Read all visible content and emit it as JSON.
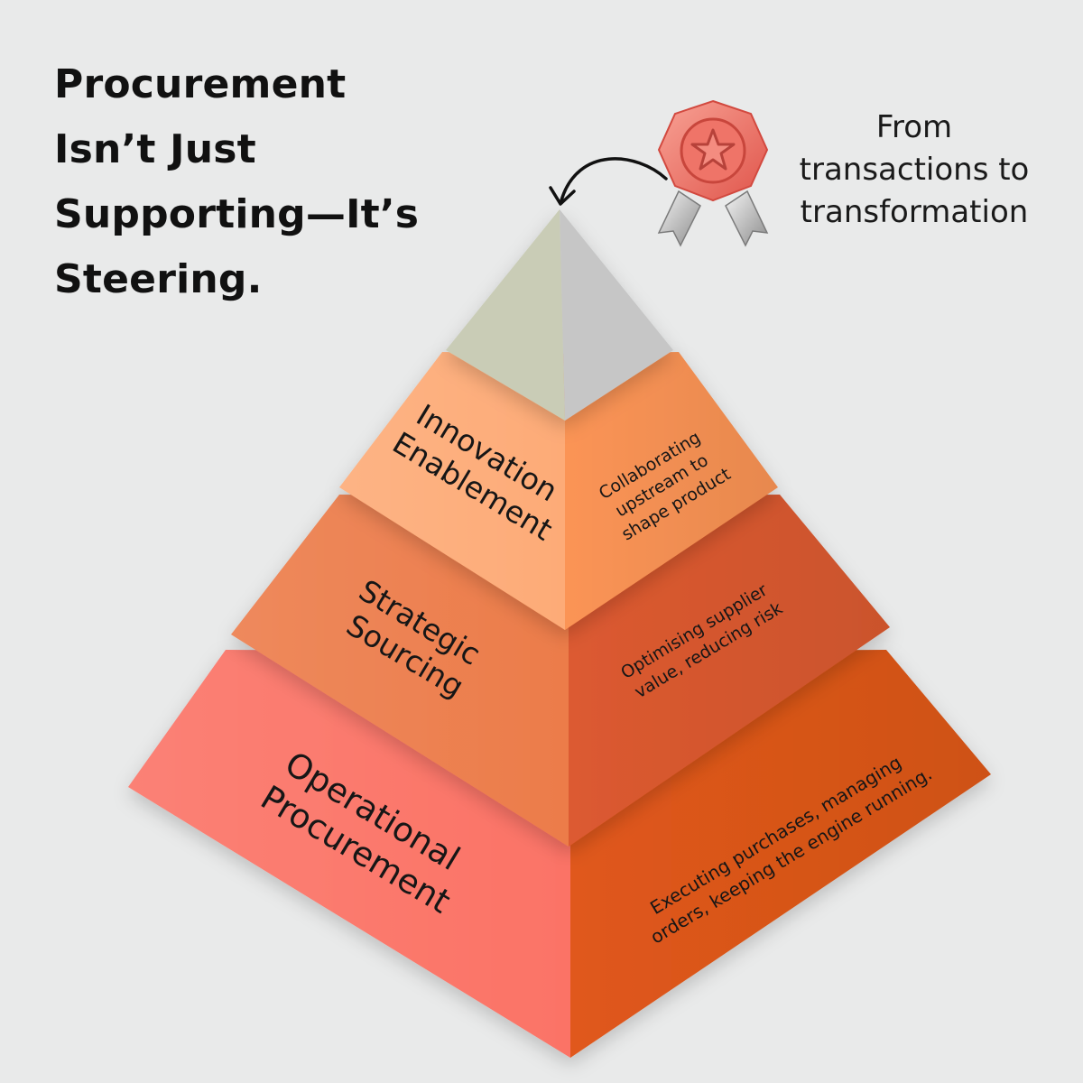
{
  "headline": {
    "lines": [
      "Procurement",
      "Isn’t Just",
      "Supporting—It’s",
      "Steering."
    ]
  },
  "tagline": {
    "lines": [
      "From",
      "transactions to",
      "transformation"
    ]
  },
  "badge": {
    "icon": "award-ribbon-star-icon",
    "color": "#f2766b"
  },
  "pyramid": {
    "apex": {
      "left_color": "#c9ccb6",
      "right_color": "#c6c6c6"
    },
    "tiers": [
      {
        "id": "innovation",
        "title_lines": [
          "Innovation",
          "Enablement"
        ],
        "description_lines": [
          "Collaborating",
          "upstream to",
          "shape product"
        ],
        "left_color": "#fdab77",
        "right_color": "#fb9455"
      },
      {
        "id": "strategic",
        "title_lines": [
          "Strategic",
          "Sourcing"
        ],
        "description_lines": [
          "Optimising supplier",
          "value, reducing risk"
        ],
        "left_color": "#ec7c4a",
        "right_color": "#dc5a30"
      },
      {
        "id": "operational",
        "title_lines": [
          "Operational",
          "Procurement"
        ],
        "description_lines": [
          "Executing purchases, managing",
          "orders, keeping the engine running."
        ],
        "left_color": "#fb7366",
        "right_color": "#e0581a"
      }
    ]
  }
}
